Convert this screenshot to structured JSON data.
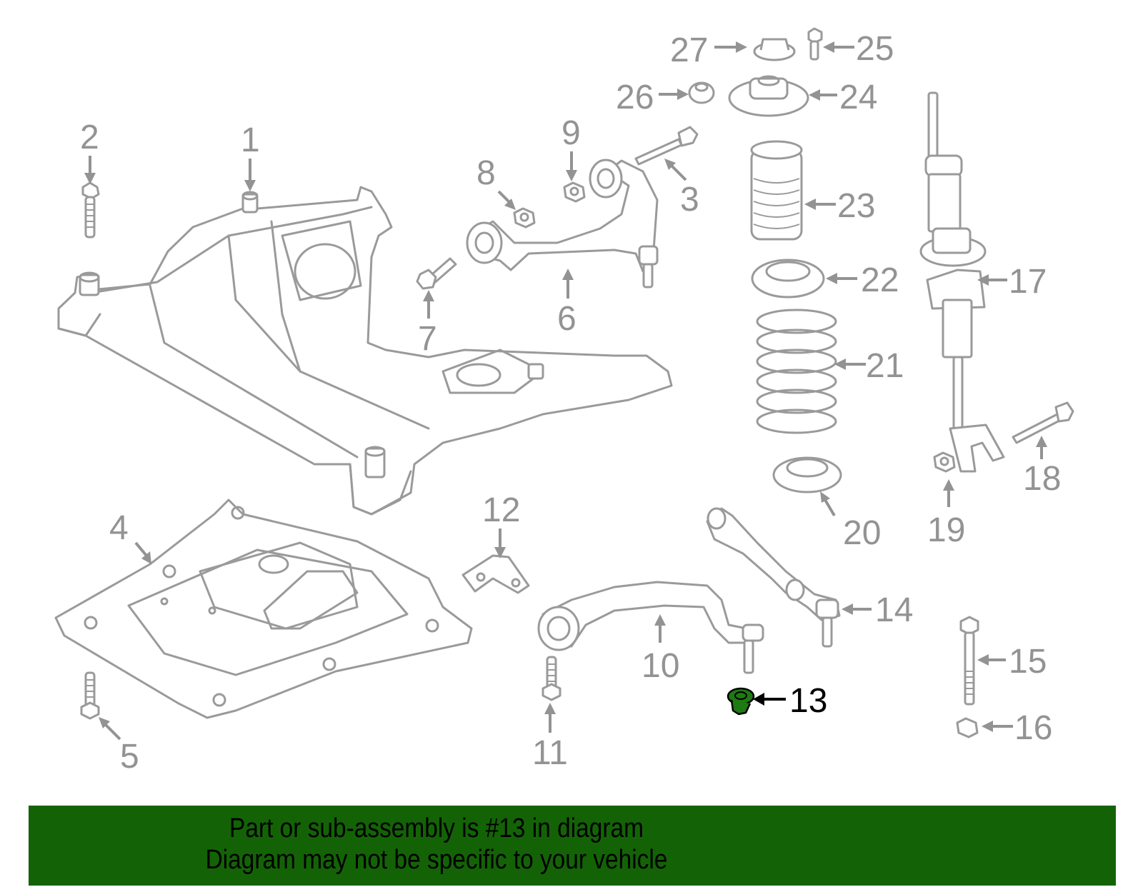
{
  "diagram": {
    "highlighted_part": "13",
    "colors": {
      "line": "#9a9a9a",
      "label": "#939393",
      "highlight_fill": "#1e7a12",
      "highlight_label": "#000000",
      "banner": "#136306"
    },
    "parts": [
      {
        "number": "1",
        "name": "subframe"
      },
      {
        "number": "2",
        "name": "bolt"
      },
      {
        "number": "3",
        "name": "bolt"
      },
      {
        "number": "4",
        "name": "shield"
      },
      {
        "number": "5",
        "name": "bolt"
      },
      {
        "number": "6",
        "name": "upper-control-arm"
      },
      {
        "number": "7",
        "name": "bolt"
      },
      {
        "number": "8",
        "name": "nut"
      },
      {
        "number": "9",
        "name": "nut"
      },
      {
        "number": "10",
        "name": "lower-control-arm"
      },
      {
        "number": "11",
        "name": "bolt"
      },
      {
        "number": "12",
        "name": "bracket"
      },
      {
        "number": "13",
        "name": "nut"
      },
      {
        "number": "14",
        "name": "tension-strut"
      },
      {
        "number": "15",
        "name": "bolt"
      },
      {
        "number": "16",
        "name": "nut"
      },
      {
        "number": "17",
        "name": "strut"
      },
      {
        "number": "18",
        "name": "bolt"
      },
      {
        "number": "19",
        "name": "nut"
      },
      {
        "number": "20",
        "name": "lower-spring-seat"
      },
      {
        "number": "21",
        "name": "coil-spring"
      },
      {
        "number": "22",
        "name": "upper-spring-seat"
      },
      {
        "number": "23",
        "name": "bump-stop"
      },
      {
        "number": "24",
        "name": "strut-mount"
      },
      {
        "number": "25",
        "name": "bolt"
      },
      {
        "number": "26",
        "name": "nut"
      },
      {
        "number": "27",
        "name": "cap"
      }
    ]
  },
  "banner": {
    "line1": "Part or sub-assembly is #13 in diagram",
    "line2": "Diagram may not be specific to your vehicle"
  }
}
